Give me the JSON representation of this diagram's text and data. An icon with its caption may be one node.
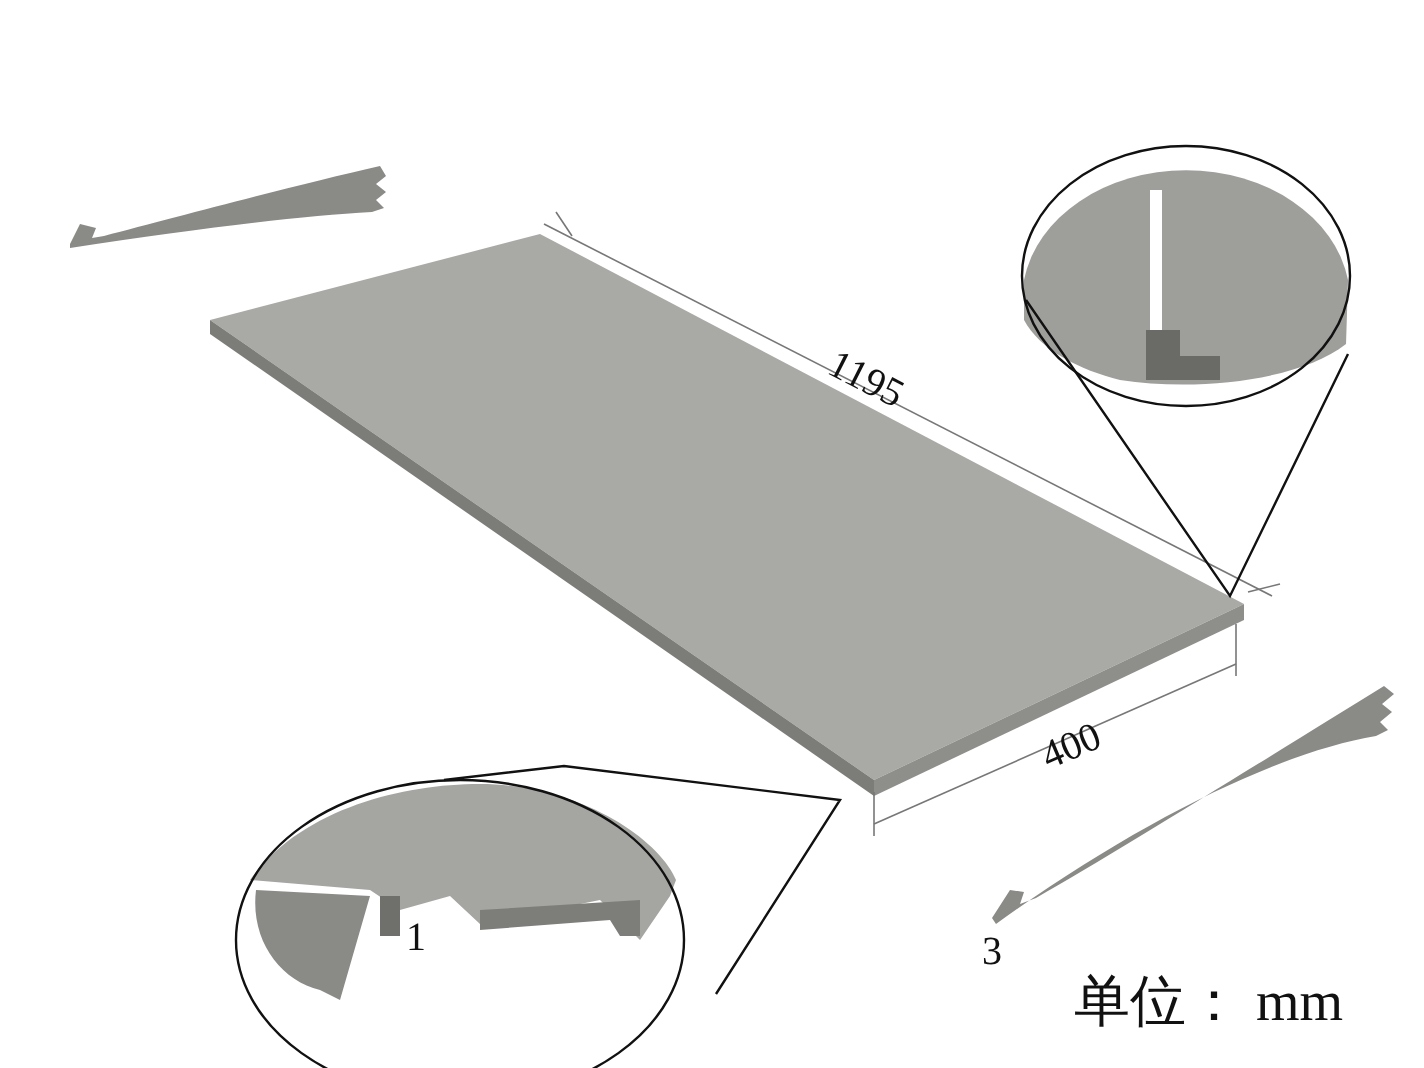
{
  "diagram": {
    "labels": [
      "1195",
      "400",
      "1",
      "3",
      "单位： mm"
    ]
  }
}
